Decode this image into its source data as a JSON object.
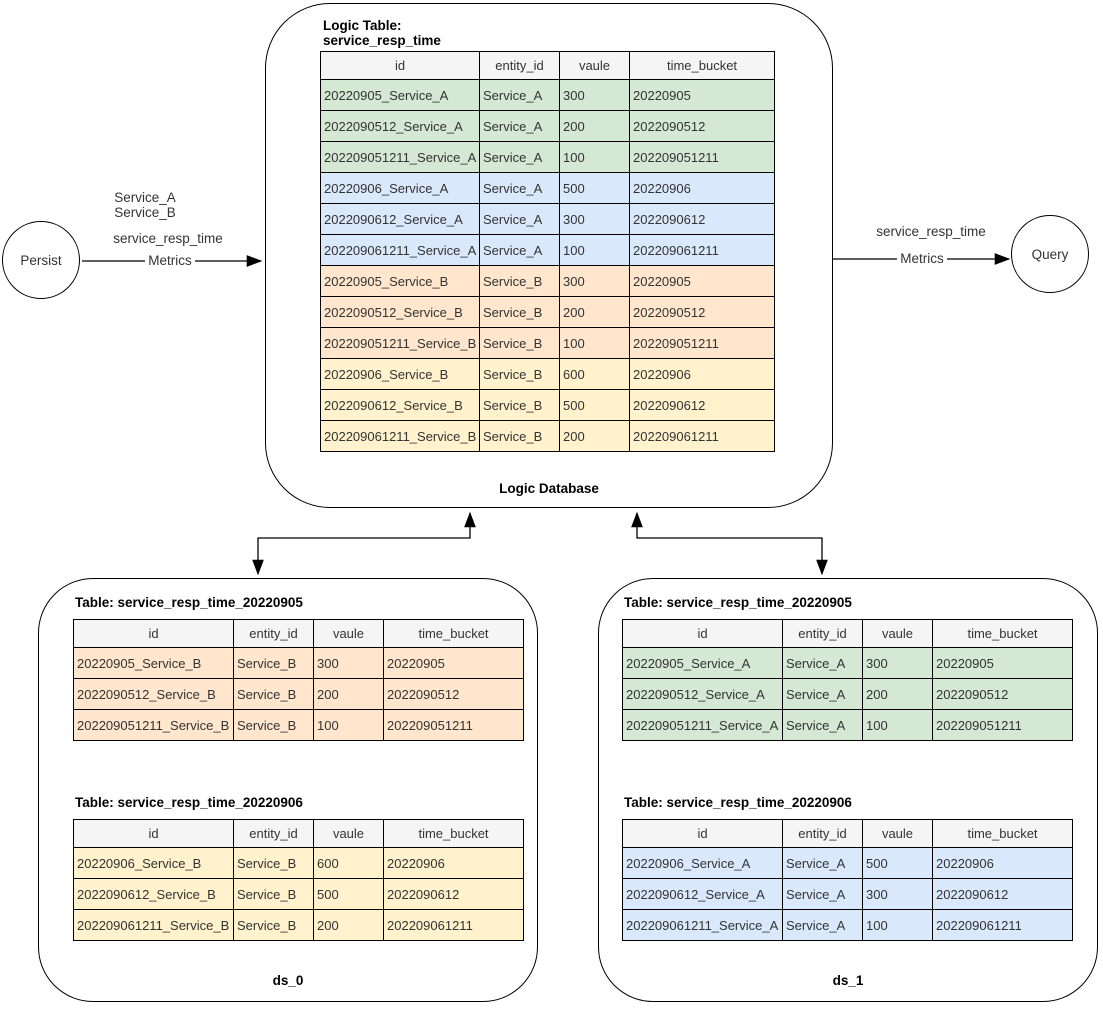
{
  "colors": {
    "green": "#d5e8d4",
    "blue": "#dae8fc",
    "orange": "#ffe6cc",
    "yellow": "#fff2cc",
    "header_bg": "#f5f5f5",
    "border": "#000000"
  },
  "nodes": {
    "persist": "Persist",
    "query": "Query"
  },
  "edges": {
    "persist_to_db": {
      "service_a": "Service_A",
      "service_b": "Service_B",
      "metric": "service_resp_time",
      "label": "Metrics"
    },
    "db_to_query": {
      "metric": "service_resp_time",
      "label": "Metrics"
    }
  },
  "logic_box": {
    "title_line1": "Logic Table:",
    "title_line2": "service_resp_time",
    "footer": "Logic Database",
    "table": {
      "headers": [
        "id",
        "entity_id",
        "vaule",
        "time_bucket"
      ],
      "rows": [
        {
          "bg": "#d5e8d4",
          "cells": [
            "20220905_Service_A",
            "Service_A",
            "300",
            "20220905"
          ]
        },
        {
          "bg": "#d5e8d4",
          "cells": [
            "2022090512_Service_A",
            "Service_A",
            "200",
            "2022090512"
          ]
        },
        {
          "bg": "#d5e8d4",
          "cells": [
            "202209051211_Service_A",
            "Service_A",
            "100",
            "202209051211"
          ]
        },
        {
          "bg": "#dae8fc",
          "cells": [
            "20220906_Service_A",
            "Service_A",
            "500",
            "20220906"
          ]
        },
        {
          "bg": "#dae8fc",
          "cells": [
            "2022090612_Service_A",
            "Service_A",
            "300",
            "2022090612"
          ]
        },
        {
          "bg": "#dae8fc",
          "cells": [
            "202209061211_Service_A",
            "Service_A",
            "100",
            "202209061211"
          ]
        },
        {
          "bg": "#ffe6cc",
          "cells": [
            "20220905_Service_B",
            "Service_B",
            "300",
            "20220905"
          ]
        },
        {
          "bg": "#ffe6cc",
          "cells": [
            "2022090512_Service_B",
            "Service_B",
            "200",
            "2022090512"
          ]
        },
        {
          "bg": "#ffe6cc",
          "cells": [
            "202209051211_Service_B",
            "Service_B",
            "100",
            "202209051211"
          ]
        },
        {
          "bg": "#fff2cc",
          "cells": [
            "20220906_Service_B",
            "Service_B",
            "600",
            "20220906"
          ]
        },
        {
          "bg": "#fff2cc",
          "cells": [
            "2022090612_Service_B",
            "Service_B",
            "500",
            "2022090612"
          ]
        },
        {
          "bg": "#fff2cc",
          "cells": [
            "202209061211_Service_B",
            "Service_B",
            "200",
            "202209061211"
          ]
        }
      ]
    }
  },
  "ds0_box": {
    "footer": "ds_0",
    "tables": [
      {
        "title": "Table: service_resp_time_20220905",
        "headers": [
          "id",
          "entity_id",
          "vaule",
          "time_bucket"
        ],
        "rows": [
          {
            "bg": "#ffe6cc",
            "cells": [
              "20220905_Service_B",
              "Service_B",
              "300",
              "20220905"
            ]
          },
          {
            "bg": "#ffe6cc",
            "cells": [
              "2022090512_Service_B",
              "Service_B",
              "200",
              "2022090512"
            ]
          },
          {
            "bg": "#ffe6cc",
            "cells": [
              "202209051211_Service_B",
              "Service_B",
              "100",
              "202209051211"
            ]
          }
        ]
      },
      {
        "title": "Table: service_resp_time_20220906",
        "headers": [
          "id",
          "entity_id",
          "vaule",
          "time_bucket"
        ],
        "rows": [
          {
            "bg": "#fff2cc",
            "cells": [
              "20220906_Service_B",
              "Service_B",
              "600",
              "20220906"
            ]
          },
          {
            "bg": "#fff2cc",
            "cells": [
              "2022090612_Service_B",
              "Service_B",
              "500",
              "2022090612"
            ]
          },
          {
            "bg": "#fff2cc",
            "cells": [
              "202209061211_Service_B",
              "Service_B",
              "200",
              "202209061211"
            ]
          }
        ]
      }
    ]
  },
  "ds1_box": {
    "footer": "ds_1",
    "tables": [
      {
        "title": "Table: service_resp_time_20220905",
        "headers": [
          "id",
          "entity_id",
          "vaule",
          "time_bucket"
        ],
        "rows": [
          {
            "bg": "#d5e8d4",
            "cells": [
              "20220905_Service_A",
              "Service_A",
              "300",
              "20220905"
            ]
          },
          {
            "bg": "#d5e8d4",
            "cells": [
              "2022090512_Service_A",
              "Service_A",
              "200",
              "2022090512"
            ]
          },
          {
            "bg": "#d5e8d4",
            "cells": [
              "202209051211_Service_A",
              "Service_A",
              "100",
              "202209051211"
            ]
          }
        ]
      },
      {
        "title": "Table: service_resp_time_20220906",
        "headers": [
          "id",
          "entity_id",
          "vaule",
          "time_bucket"
        ],
        "rows": [
          {
            "bg": "#dae8fc",
            "cells": [
              "20220906_Service_A",
              "Service_A",
              "500",
              "20220906"
            ]
          },
          {
            "bg": "#dae8fc",
            "cells": [
              "2022090612_Service_A",
              "Service_A",
              "300",
              "2022090612"
            ]
          },
          {
            "bg": "#dae8fc",
            "cells": [
              "202209061211_Service_A",
              "Service_A",
              "100",
              "202209061211"
            ]
          }
        ]
      }
    ]
  }
}
